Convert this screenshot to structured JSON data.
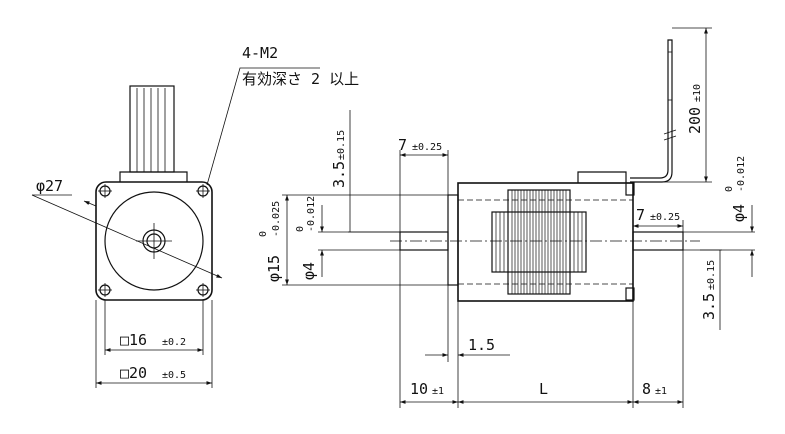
{
  "front_view": {
    "hole_callout": "4-M2",
    "hole_depth_note": "有効深さ 2 以上",
    "pcd": "φ27",
    "inner_square_dim": "□16",
    "inner_square_tol": "±0.2",
    "outer_square_dim": "□20",
    "outer_square_tol": "±0.5"
  },
  "side_view": {
    "lead_length": "200",
    "lead_length_tol": "±10",
    "front_shaft_length": "7",
    "front_shaft_length_tol": "±0.25",
    "rear_shaft_length": "7",
    "rear_shaft_length_tol": "±0.25",
    "front_offset": "3.5",
    "front_offset_tol": "±0.15",
    "rear_offset": "3.5",
    "rear_offset_tol": "±0.15",
    "pilot_dia": "φ15",
    "pilot_dia_tol_upper": "0",
    "pilot_dia_tol_lower": "-0.025",
    "front_shaft_dia": "φ4",
    "front_shaft_dia_tol_upper": "0",
    "front_shaft_dia_tol_lower": "-0.012",
    "rear_shaft_dia": "φ4",
    "rear_shaft_dia_tol_upper": "0",
    "rear_shaft_dia_tol_lower": "-0.012",
    "flange_thickness": "1.5",
    "front_extension": "10",
    "front_extension_tol": "±1",
    "body_length": "L",
    "rear_extension": "8",
    "rear_extension_tol": "±1"
  }
}
